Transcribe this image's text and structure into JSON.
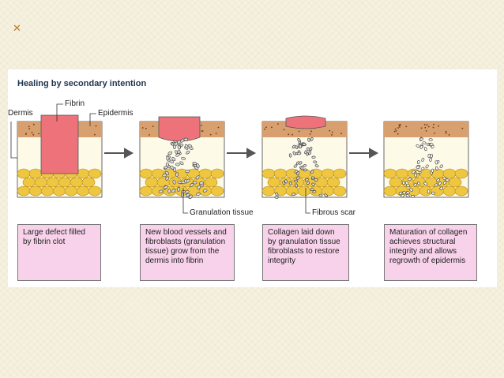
{
  "corner_mark": "✕",
  "title": "Healing by secondary intention",
  "labels": {
    "dermis": "Dermis",
    "fibrin": "Fibrin",
    "epidermis": "Epidermis",
    "granulation_tissue": "Granulation tissue",
    "fibrous_scar": "Fibrous scar"
  },
  "steps": [
    {
      "caption": "Large defect filled by fibrin clot"
    },
    {
      "caption": "New blood vessels and fibroblasts (granulation tissue) grow from the dermis into fibrin"
    },
    {
      "caption": "Collagen laid down by granulation tissue fibroblasts to restore integrity"
    },
    {
      "caption": "Maturation of collagen achieves structural integrity and allows regrowth of epidermis"
    }
  ],
  "colors": {
    "epidermis": "#d8a06e",
    "dermis": "#fefae8",
    "fat": "#efc63f",
    "fibrin": "#ee7279",
    "caption_bg": "#f8d2ea"
  }
}
